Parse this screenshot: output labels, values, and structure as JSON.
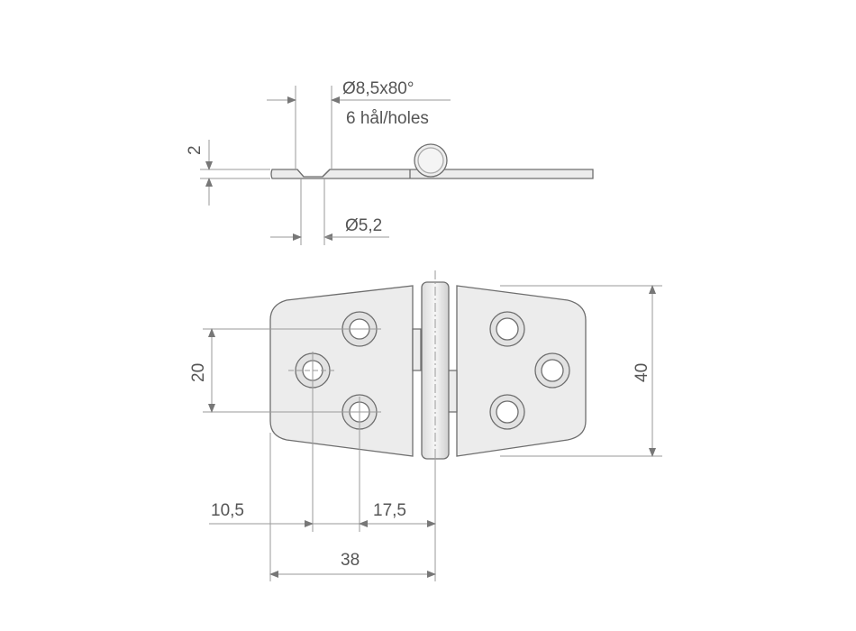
{
  "drawing": {
    "title": "Hinge technical drawing",
    "colors": {
      "line": "#6e6e6e",
      "fill": "#ececec",
      "dim": "#9a9a9a",
      "text": "#555555",
      "hole": "#ffffff"
    },
    "side_view": {
      "countersink_label": "Ø8,5x80°",
      "holes_label": "6 hål/holes",
      "thickness_label": "2",
      "hole_diameter_label": "Ø5,2"
    },
    "top_view": {
      "hole_spacing_label": "20",
      "height_label": "40",
      "edge_to_hole_label": "10,5",
      "hole_to_pin_label": "17,5",
      "leaf_width_label": "38"
    }
  }
}
